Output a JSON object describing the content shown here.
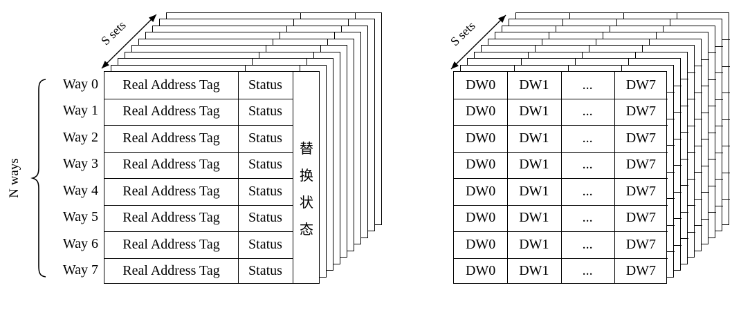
{
  "left_stack": {
    "s_sets_label": "S sets",
    "n_ways_label": "N ways",
    "way_labels": [
      "Way 0",
      "Way 1",
      "Way 2",
      "Way 3",
      "Way 4",
      "Way 5",
      "Way 6",
      "Way 7"
    ],
    "row_cells": [
      "Real Address Tag",
      "Status"
    ],
    "merged_column_text": "替换状态",
    "rows": 8,
    "visible_sheets": 10
  },
  "right_stack": {
    "s_sets_label": "S sets",
    "row_cells": [
      "DW0",
      "DW1",
      "...",
      "DW7"
    ],
    "rows": 8,
    "visible_sheets": 10
  },
  "colors": {
    "line": "#000000",
    "background": "#ffffff",
    "text": "#000000"
  }
}
